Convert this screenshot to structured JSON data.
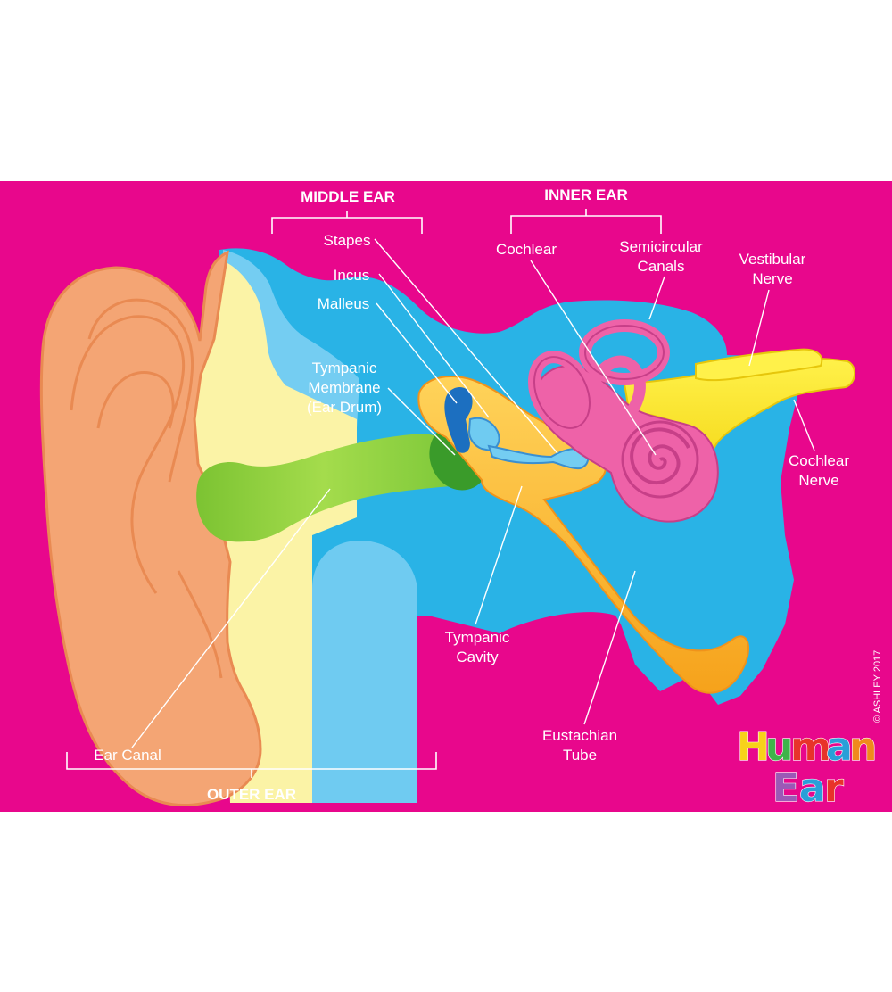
{
  "sections": {
    "middle_ear": "MIDDLE EAR",
    "inner_ear": "INNER EAR",
    "outer_ear": "OUTER EAR"
  },
  "labels": {
    "stapes": "Stapes",
    "incus": "Incus",
    "malleus": "Malleus",
    "tympanic_membrane": [
      "Tympanic",
      "Membrane",
      "(Ear Drum)"
    ],
    "cochlear": "Cochlear",
    "semicircular_canals": [
      "Semicircular",
      "Canals"
    ],
    "vestibular_nerve": [
      "Vestibular",
      "Nerve"
    ],
    "cochlear_nerve": [
      "Cochlear",
      "Nerve"
    ],
    "tympanic_cavity": [
      "Tympanic",
      "Cavity"
    ],
    "eustachian_tube": [
      "Eustachian",
      "Tube"
    ],
    "ear_canal": "Ear Canal"
  },
  "title": {
    "word1": [
      "H",
      "u",
      "m",
      "a",
      "n"
    ],
    "word2": [
      "E",
      "a",
      "r"
    ],
    "letter_colors": [
      "#f7d21a",
      "#3fb34a",
      "#e8332a",
      "#2a9fd8",
      "#f08a1c",
      "#9b59b6",
      "#2a9fd8",
      "#e8332a"
    ]
  },
  "copyright": "© ASHLEY 2017",
  "colors": {
    "background": "#e8078c",
    "fluid": "#29b3e6",
    "bone_light": "#74cdf2",
    "skin": "#f4a574",
    "tissue": "#fbf3a6",
    "canal": "#8fd13f",
    "membrane": "#3a9b2a",
    "orange": "#fbb42a",
    "cochlea": "#ee62a8",
    "nerve": "#f6e40f",
    "malleus": "#1c6fc0"
  }
}
